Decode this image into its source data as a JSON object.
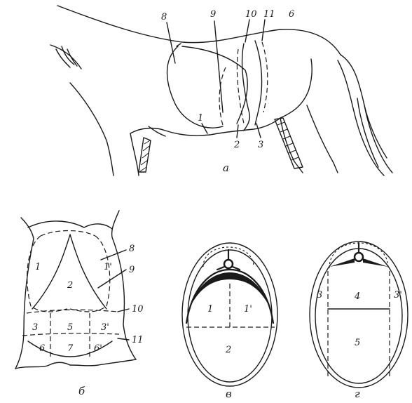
{
  "panels": {
    "a": {
      "caption": "а",
      "labels": [
        "8",
        "9",
        "10",
        "11",
        "6",
        "1",
        "2",
        "3"
      ]
    },
    "b": {
      "caption": "б",
      "labels": [
        "1",
        "2",
        "1'",
        "8",
        "9",
        "10",
        "3",
        "5",
        "3'",
        "6",
        "7",
        "6'",
        "11"
      ]
    },
    "v": {
      "caption": "в",
      "labels": [
        "1",
        "1'",
        "2"
      ]
    },
    "g": {
      "caption": "г",
      "labels": [
        "3",
        "4",
        "3'",
        "5"
      ]
    }
  }
}
